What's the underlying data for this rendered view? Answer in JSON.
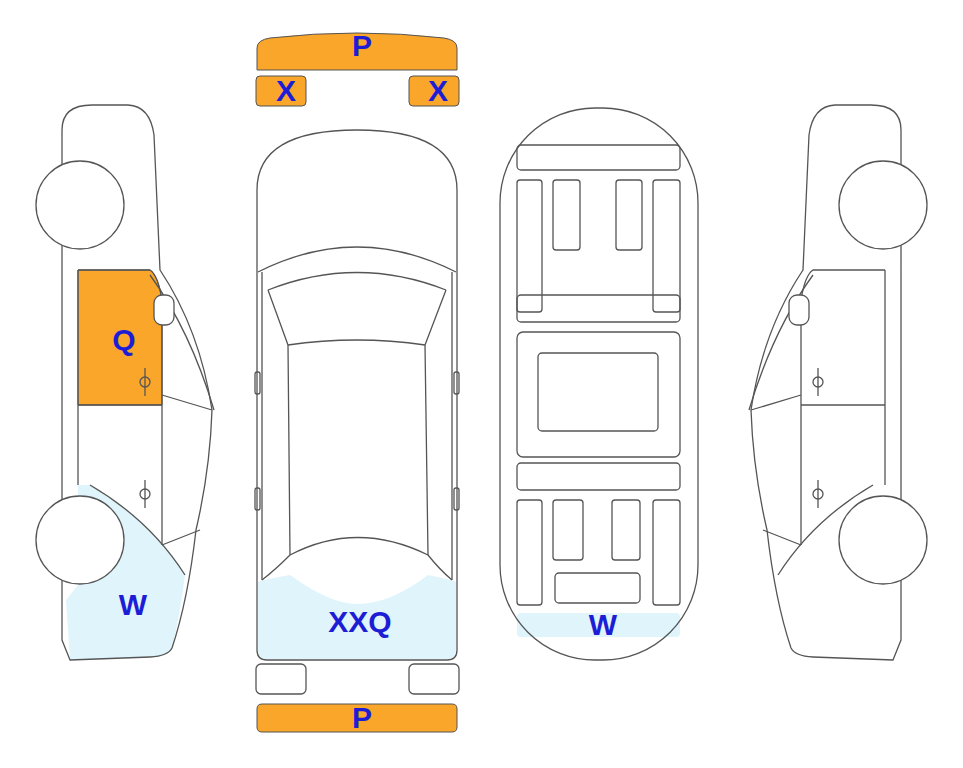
{
  "diagram": {
    "nodes": [
      {
        "text": [
          "P"
        ]
      },
      {
        "text": [
          "X"
        ]
      },
      {
        "text": [
          "X"
        ]
      },
      {
        "text": [
          "Q"
        ]
      },
      {
        "text": [
          "W"
        ]
      },
      {
        "text": [
          "XXQ"
        ]
      },
      {
        "text": [
          "W"
        ]
      },
      {
        "text": [
          "P"
        ]
      }
    ]
  }
}
